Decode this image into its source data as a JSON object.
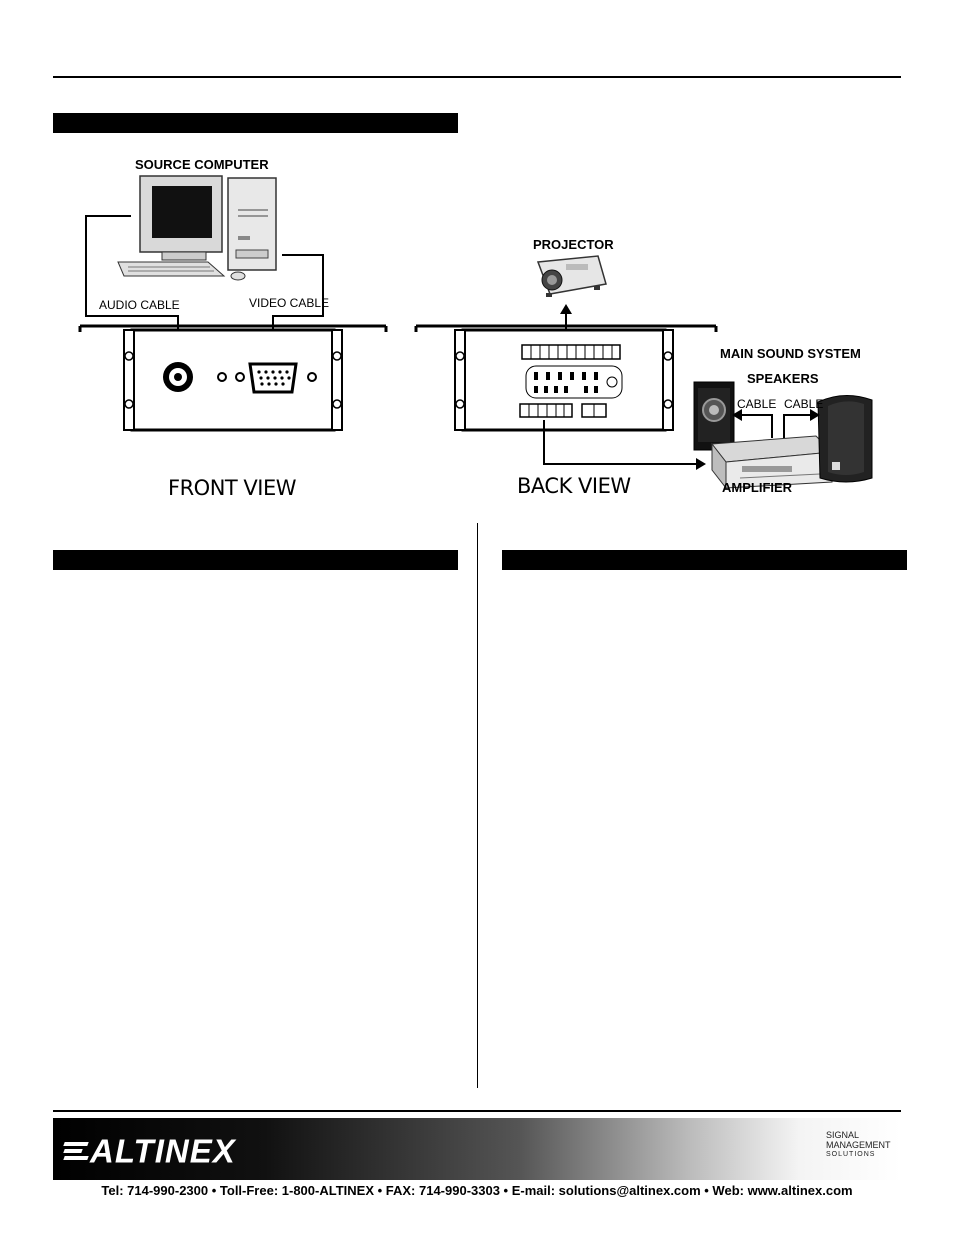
{
  "diagram": {
    "source_computer": "SOURCE COMPUTER",
    "audio_cable": "AUDIO CABLE",
    "video_cable": "VIDEO CABLE",
    "front_view": "FRONT VIEW",
    "back_view": "BACK VIEW",
    "projector": "PROJECTOR",
    "main_sound_system": "MAIN SOUND SYSTEM",
    "speakers": "SPEAKERS",
    "cable_left": "CABLE",
    "cable_right": "CABLE",
    "amplifier": "AMPLIFIER"
  },
  "footer": {
    "logo": "ALTINEX",
    "tagline_line1": "SIGNAL",
    "tagline_line2": "MANAGEMENT",
    "tagline_line3": "SOLUTIONS",
    "contact": "Tel: 714-990-2300 • Toll-Free: 1-800-ALTINEX • FAX: 714-990-3303 • E-mail: solutions@altinex.com • Web: www.altinex.com"
  }
}
